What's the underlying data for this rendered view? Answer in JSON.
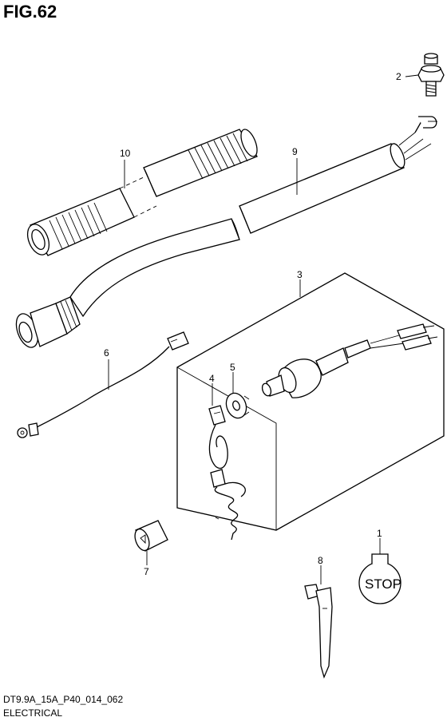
{
  "figure": {
    "title": "FIG.62",
    "drawing_code": "DT9.9A_15A_P40_014_062",
    "section_name": "ELECTRICAL"
  },
  "callouts": [
    {
      "id": "c1",
      "label": "1"
    },
    {
      "id": "c2",
      "label": "2"
    },
    {
      "id": "c3",
      "label": "3"
    },
    {
      "id": "c4",
      "label": "4"
    },
    {
      "id": "c5",
      "label": "5"
    },
    {
      "id": "c6",
      "label": "6"
    },
    {
      "id": "c7",
      "label": "7"
    },
    {
      "id": "c8",
      "label": "8"
    },
    {
      "id": "c9",
      "label": "9"
    },
    {
      "id": "c10",
      "label": "10"
    }
  ],
  "stop_plate_text": "STOP"
}
